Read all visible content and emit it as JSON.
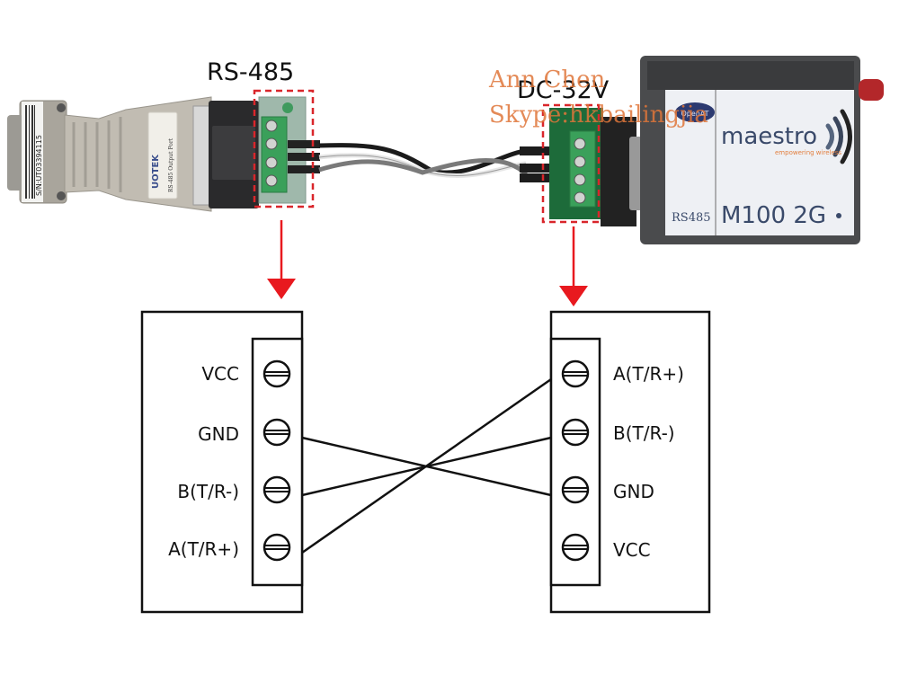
{
  "title_left": "RS-485",
  "title_right": "DC-32V",
  "watermark": {
    "line1": "Ann Chen",
    "line2": "Skype:hkbailingjia",
    "color": "#e0763a"
  },
  "left_device": {
    "brand": "UOTEK",
    "serial": "S/N:UT03394115",
    "label_text": "RS-485 Output Port"
  },
  "right_device": {
    "badge": "OpenAT",
    "brand": "maestro",
    "tagline": "empowering wireless",
    "interface": "RS485",
    "model": "M100 2G"
  },
  "left_terminal": {
    "pins": [
      "VCC",
      "GND",
      "B(T/R-)",
      "A(T/R+)"
    ]
  },
  "right_terminal": {
    "pins": [
      "A(T/R+)",
      "B(T/R-)",
      "GND",
      "VCC"
    ]
  },
  "wiring": [
    {
      "from": "GND",
      "to": "GND"
    },
    {
      "from": "B(T/R-)",
      "to": "B(T/R-)"
    },
    {
      "from": "A(T/R+)",
      "to": "A(T/R+)"
    }
  ],
  "colors": {
    "highlight_box": "#d9262b",
    "arrow": "#e8191f",
    "terminal_green": "#3aa05a",
    "pcb_green": "#1d6b3a",
    "housing_gray": "#b8b3a9",
    "modem_body": "#4a4b4d"
  }
}
